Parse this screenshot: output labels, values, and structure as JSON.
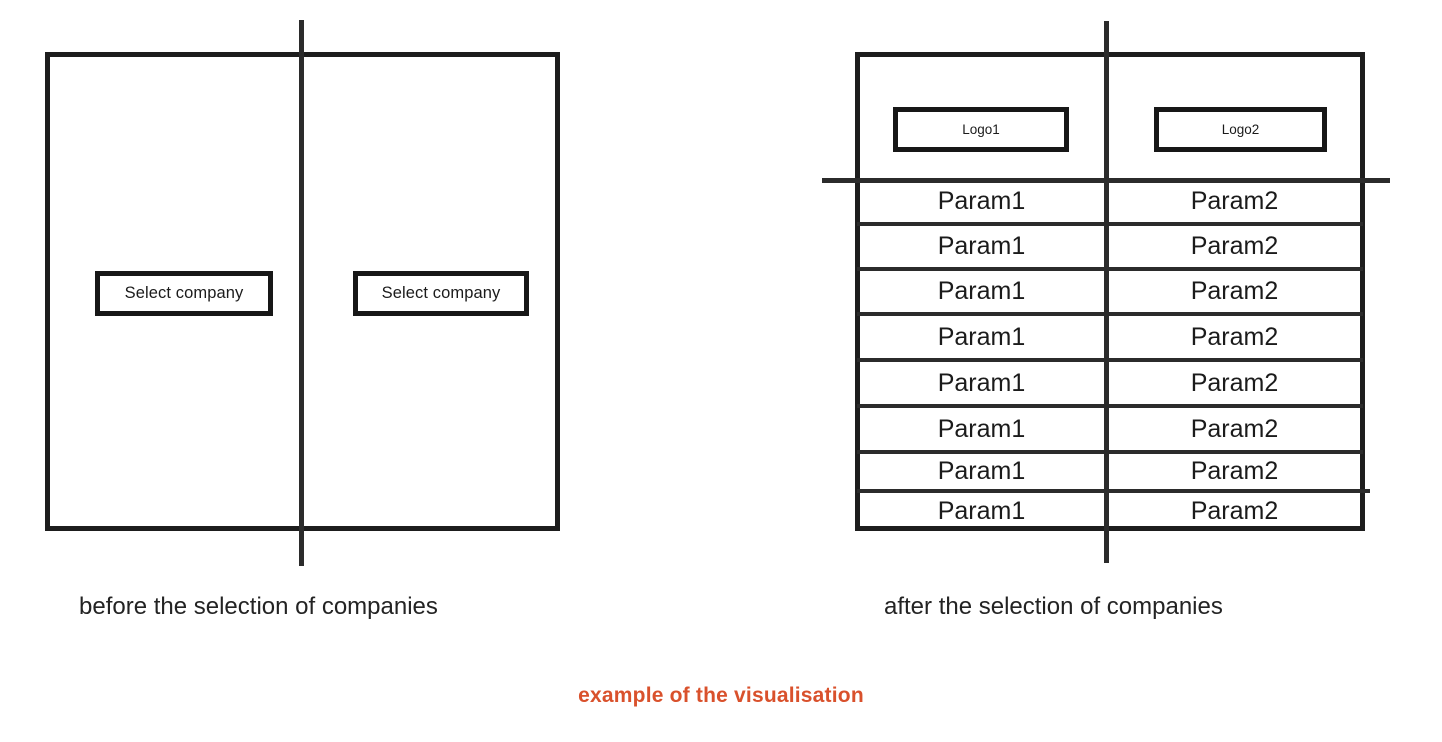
{
  "before": {
    "caption": "before the selection of companies",
    "panels": [
      {
        "button_label": "Select company"
      },
      {
        "button_label": "Select company"
      }
    ]
  },
  "after": {
    "caption": "after the selection of companies",
    "logos": [
      {
        "label": "Logo1"
      },
      {
        "label": "Logo2"
      }
    ],
    "columns": [
      "Logo1",
      "Logo2"
    ],
    "rows": [
      {
        "left": "Param1",
        "right": "Param2"
      },
      {
        "left": "Param1",
        "right": "Param2"
      },
      {
        "left": "Param1",
        "right": "Param2"
      },
      {
        "left": "Param1",
        "right": "Param2"
      },
      {
        "left": "Param1",
        "right": "Param2"
      },
      {
        "left": "Param1",
        "right": "Param2"
      },
      {
        "left": "Param1",
        "right": "Param2"
      },
      {
        "left": "Param1",
        "right": "Param2"
      }
    ]
  },
  "figure": {
    "caption": "example of the visualisation",
    "caption_color": "#d9512c"
  },
  "colors": {
    "ink": "#2b2b2b",
    "frame": "#1d1d1d",
    "accent": "#d9512c",
    "background": "#ffffff"
  }
}
